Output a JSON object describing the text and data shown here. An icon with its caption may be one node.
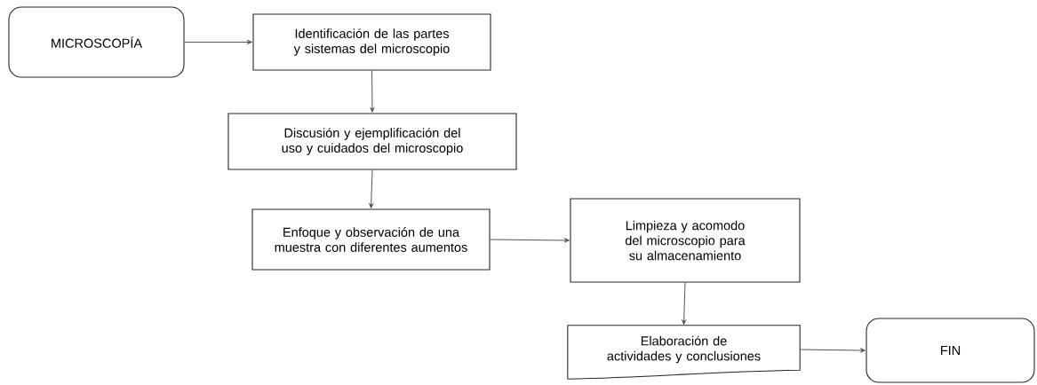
{
  "diagram": {
    "nodes": [
      {
        "text": [
          "MICROSCOPÍA"
        ]
      },
      {
        "text": [
          "Identificación de las partes y sistemas del microscopio"
        ]
      },
      {
        "text": [
          "Discusión y ejemplificación del uso y cuidados del microscopio"
        ]
      },
      {
        "text": [
          "Enfoque y observación de una muestra con diferentes aumentos"
        ]
      },
      {
        "text": [
          "Limpieza y acomodo del microscopio para su almacenamiento"
        ]
      },
      {
        "text": [
          "Elaboración de actividades y conclusiones"
        ]
      },
      {
        "text": [
          "FIN"
        ]
      }
    ],
    "edges": [
      {
        "from": 0,
        "to": 1,
        "arrow": "to"
      },
      {
        "from": 1,
        "to": 2,
        "arrow": "to"
      },
      {
        "from": 2,
        "to": 3,
        "arrow": "to"
      },
      {
        "from": 3,
        "to": 4,
        "arrow": "to"
      },
      {
        "from": 4,
        "to": 5,
        "arrow": "to"
      },
      {
        "from": 5,
        "to": 6,
        "arrow": "to"
      }
    ]
  }
}
